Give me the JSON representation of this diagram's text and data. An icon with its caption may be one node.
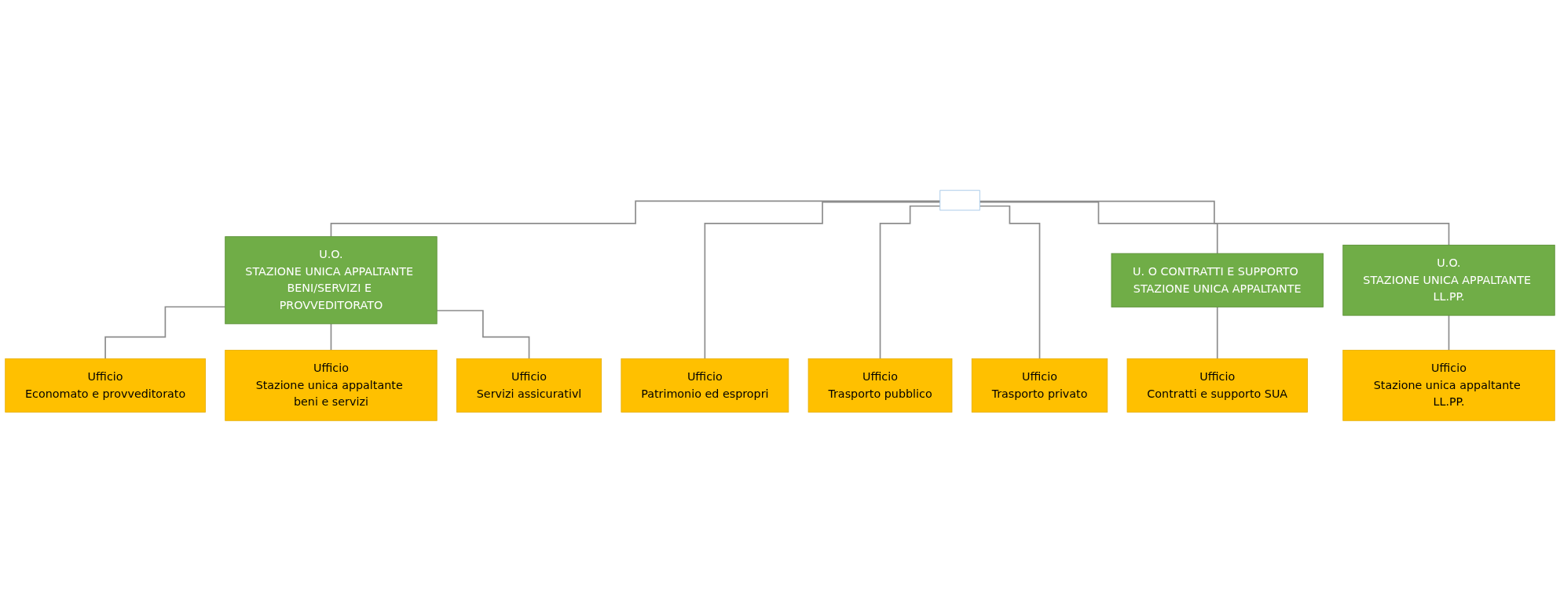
{
  "diagram": {
    "nodes": [
      {
        "text": [],
        "shape": "box"
      },
      {
        "text": [
          "U.O.",
          "STAZIONE UNICA APPALTANTE BENI/SERVIZI E PROVVEDITORATO"
        ]
      },
      {
        "text": [
          "Ufficio",
          "Economato e provveditorato"
        ]
      },
      {
        "text": [
          "Ufficio",
          "Stazione unica appaltante beni e servizi"
        ]
      },
      {
        "text": [
          "Ufficio",
          "Servizi assicurativl"
        ]
      },
      {
        "text": [
          "Ufficio",
          "Patrimonio ed espropri"
        ]
      },
      {
        "text": [
          "Ufficio",
          "Trasporto pubblico"
        ]
      },
      {
        "text": [
          "Ufficio",
          "Trasporto privato"
        ]
      },
      {
        "text": [
          "U. O CONTRATTI E SUPPORTO STAZIONE UNICA APPALTANTE"
        ]
      },
      {
        "text": [
          "Ufficio",
          "Contratti e supporto SUA"
        ]
      },
      {
        "text": [
          "U.O.",
          "STAZIONE UNICA APPALTANTE LL.PP."
        ]
      },
      {
        "text": [
          "Ufficio",
          "Stazione unica appaltante LL.PP."
        ]
      }
    ],
    "edges": [
      {
        "from": 0,
        "to": 1,
        "arrow": "none"
      },
      {
        "from": 0,
        "to": 5,
        "arrow": "none"
      },
      {
        "from": 0,
        "to": 6,
        "arrow": "none"
      },
      {
        "from": 0,
        "to": 7,
        "arrow": "none"
      },
      {
        "from": 0,
        "to": 8,
        "arrow": "none"
      },
      {
        "from": 0,
        "to": 10,
        "arrow": "none"
      },
      {
        "from": 1,
        "to": 2,
        "arrow": "none"
      },
      {
        "from": 1,
        "to": 3,
        "arrow": "none"
      },
      {
        "from": 1,
        "to": 4,
        "arrow": "none"
      },
      {
        "from": 8,
        "to": 9,
        "arrow": "none"
      },
      {
        "from": 10,
        "to": 11,
        "arrow": "none"
      }
    ]
  }
}
